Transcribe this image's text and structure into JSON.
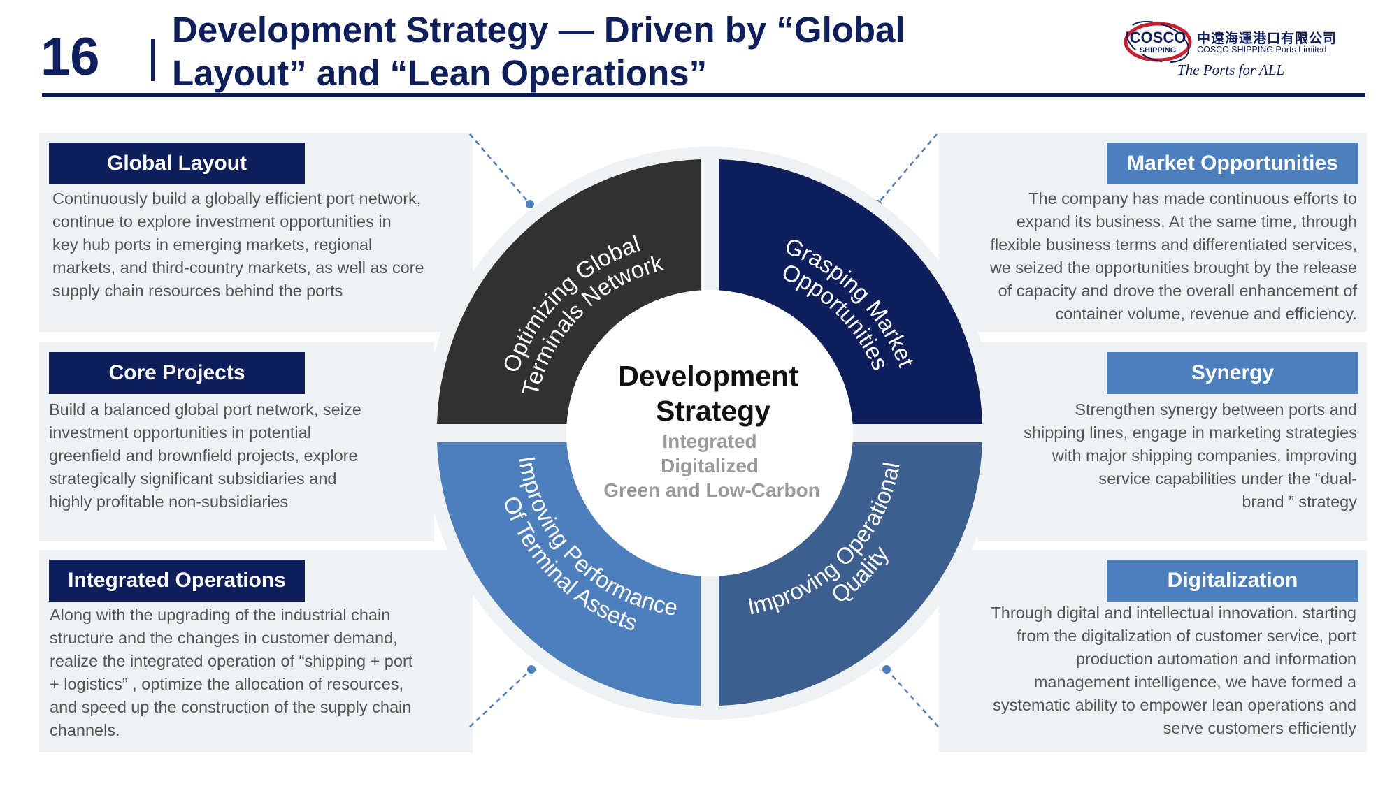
{
  "header": {
    "page_number": "16",
    "title_line1": "Development Strategy — Driven by  “Global",
    "title_line2": "Layout” and “Lean Operations”"
  },
  "logo": {
    "brand_top": "COSCO",
    "brand_bottom": "SHIPPING",
    "chinese_name": "中遠海運港口有限公司",
    "english_name": "COSCO SHIPPING Ports Limited",
    "tagline": "The Ports for ALL"
  },
  "left_panels": [
    {
      "label": "Global Layout",
      "lines": [
        "Continuously build a globally efficient port network,",
        "continue to explore investment opportunities in",
        "key hub ports in emerging markets, regional",
        "markets, and third-country markets, as well as core",
        "supply chain resources behind the ports"
      ]
    },
    {
      "label": "Core Projects",
      "lines": [
        "Build a balanced global port network, seize",
        "investment opportunities in potential",
        "greenfield and brownfield projects, explore",
        "strategically significant subsidiaries and",
        "highly profitable non-subsidiaries"
      ]
    },
    {
      "label": "Integrated Operations",
      "lines": [
        "Along with the upgrading of the industrial chain",
        "structure and the changes in customer demand,",
        "realize the integrated operation of  “shipping + port",
        "+ logistics” , optimize the allocation of resources,",
        "and speed up the construction of the supply chain",
        "channels."
      ]
    }
  ],
  "right_panels": [
    {
      "label": "Market Opportunities",
      "lines": [
        "The company has made continuous efforts to",
        "expand its business. At the same time, through",
        "flexible business terms and differentiated services,",
        "we seized the opportunities brought by the release",
        "of capacity and drove the overall enhancement of",
        "container volume, revenue and efficiency."
      ]
    },
    {
      "label": "Synergy",
      "lines": [
        "Strengthen synergy between ports and",
        "shipping lines, engage in marketing strategies",
        "with major shipping companies, improving",
        "service capabilities under the  “dual-",
        "brand ”  strategy"
      ]
    },
    {
      "label": "Digitalization",
      "lines": [
        "Through digital and intellectual innovation, starting",
        "from the digitalization of customer service, port",
        "production automation and information",
        "management intelligence, we have formed a",
        "systematic ability to empower lean operations and",
        "serve customers efficiently"
      ]
    }
  ],
  "diagram": {
    "center_title_line1": "Development",
    "center_title_line2": "Strategy",
    "center_sub1": "Integrated",
    "center_sub2": "Digitalized",
    "center_sub3": "Green and Low-Carbon",
    "quadrants": [
      {
        "line1": "Optimizing Global",
        "line2": "Terminals Network",
        "color": "#313131"
      },
      {
        "line1": "Grasping Market",
        "line2": "Opportunities",
        "color": "#0e1f5b"
      },
      {
        "line1": "Improving Operational",
        "line2": "Quality",
        "color": "#3d5f8f"
      },
      {
        "line1": "Improving Performance",
        "line2": "Of Terminal Assets",
        "color": "#4e7fbd"
      }
    ]
  },
  "colors": {
    "navy": "#0e1f5b",
    "steel_blue": "#4e7fbd",
    "mid_blue": "#3d5f8f",
    "charcoal": "#313131",
    "panel_bg": "#eef2f4",
    "body_text": "#555555"
  }
}
